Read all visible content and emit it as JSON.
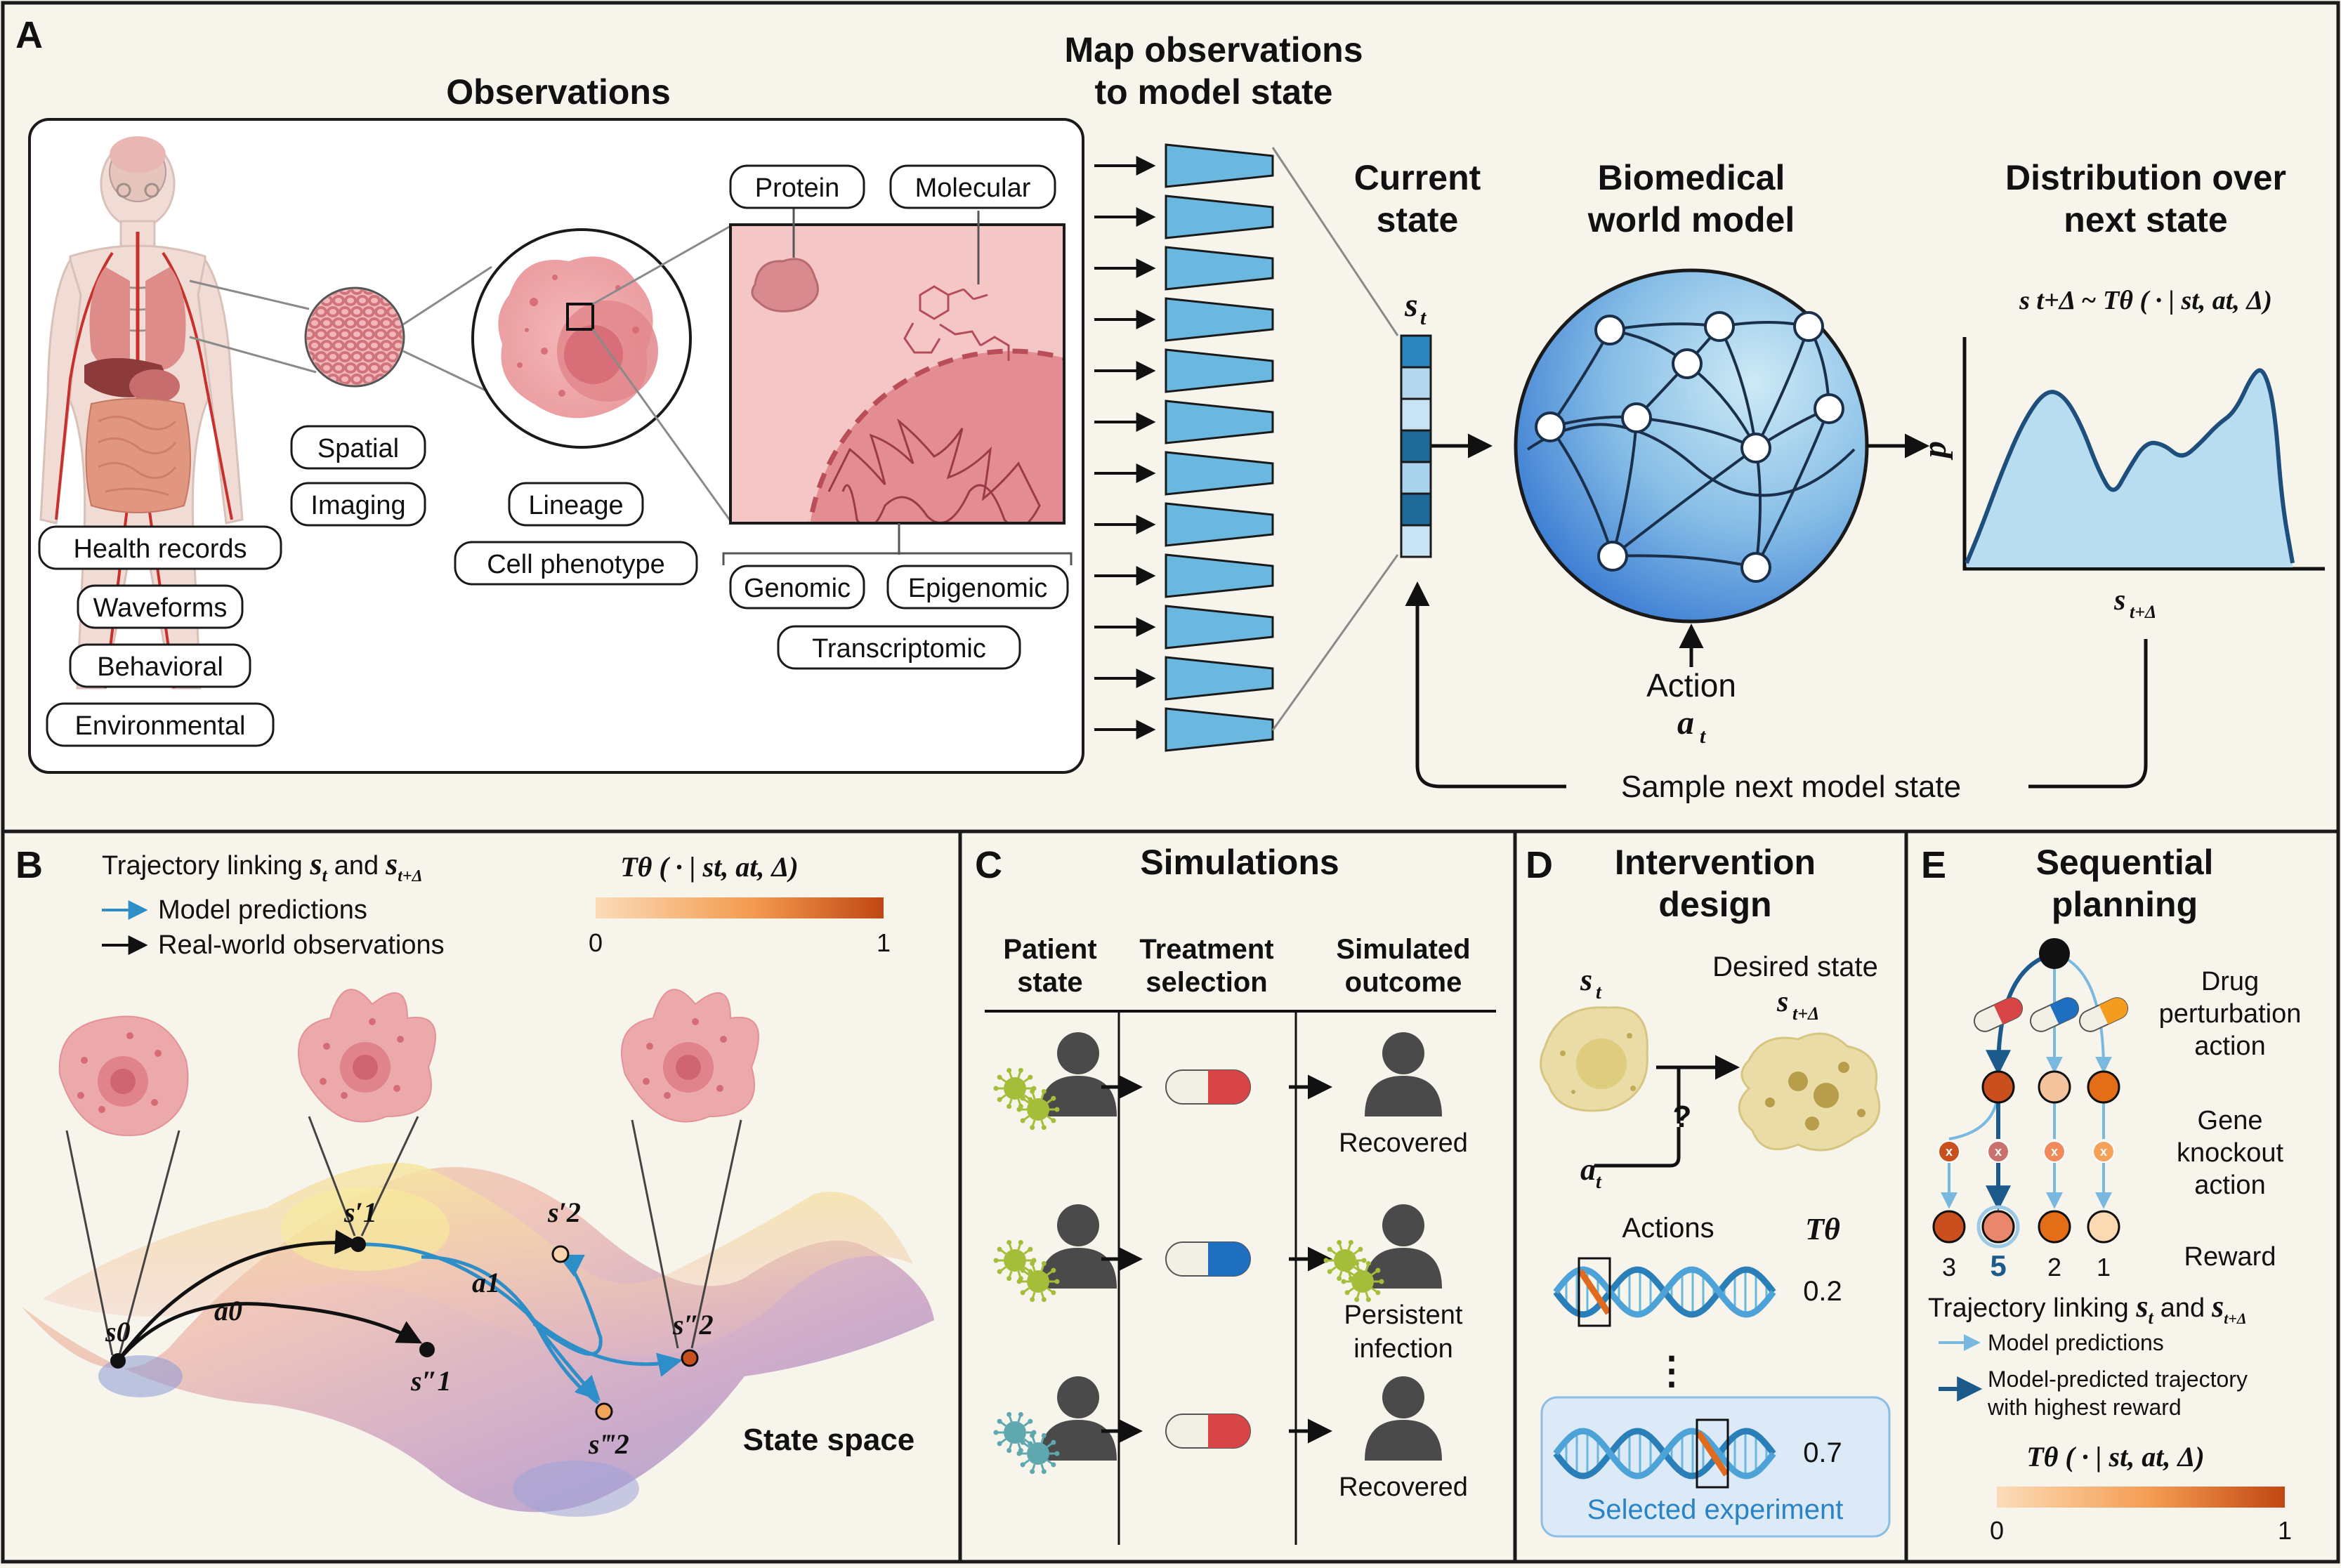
{
  "colors": {
    "background": "#f7f4ec",
    "panel_border": "#1a1a1a",
    "encoder_blue": "#6ab7e0",
    "state_dark": "#1f6a98",
    "state_light": "#b3d8ee",
    "world_model_outer": "#3f7fd4",
    "world_model_inner": "#a8d6ee",
    "distribution_fill": "#b8dcf0",
    "distribution_line": "#1d4e7c",
    "prediction_blue": "#2e8ec8",
    "cell_pink": "#eba9ab",
    "nucleus_pink": "#d9727a",
    "cell_yellow": "#e9dca6",
    "pill_red": "#d84547",
    "pill_blue": "#1f6fc1",
    "pill_orange": "#f39c1e",
    "virus_green": "#a5be3a",
    "virus_teal": "#5fa8b0",
    "person_gray": "#4a4a4a",
    "heat_low": "#f9d2aa",
    "heat_high": "#c54b17",
    "selected_box": "#dbeaf6",
    "selected_text": "#2a83c4"
  },
  "panel_a": {
    "letter": "A",
    "observations_title": "Observations",
    "map_title_line1": "Map observations",
    "map_title_line2": "to model state",
    "current_state_line1": "Current",
    "current_state_line2": "state",
    "world_model_line1": "Biomedical",
    "world_model_line2": "world model",
    "distribution_line1": "Distribution over",
    "distribution_line2": "next state",
    "distribution_formula": "s t+Δ ~ Tθ ( · | st, at, Δ)",
    "state_symbol": "s",
    "state_subscript": "t",
    "p_label": "p",
    "x_axis_symbol": "s",
    "x_axis_subscript": "t+Δ",
    "action_label": "Action",
    "action_symbol": "a",
    "action_subscript": "t",
    "sample_label": "Sample next model state",
    "human_tags": [
      "Health records",
      "Waveforms",
      "Behavioral",
      "Environmental"
    ],
    "tissue_tags": [
      "Spatial",
      "Imaging"
    ],
    "cell_tags": [
      "Lineage",
      "Cell phenotype"
    ],
    "zoom_tags": [
      "Protein",
      "Molecular"
    ],
    "omics_tags": [
      "Genomic",
      "Epigenomic",
      "Transcriptomic"
    ],
    "state_vector_shades": [
      "#2b86bf",
      "#b3d8ee",
      "#c8e3f3",
      "#1f6a98",
      "#a9d3ec",
      "#1f6a98",
      "#c8e3f3"
    ],
    "distribution_curve": [
      [
        0.0,
        0.02
      ],
      [
        0.04,
        0.18
      ],
      [
        0.1,
        0.45
      ],
      [
        0.16,
        0.68
      ],
      [
        0.22,
        0.82
      ],
      [
        0.27,
        0.8
      ],
      [
        0.32,
        0.66
      ],
      [
        0.37,
        0.44
      ],
      [
        0.41,
        0.33
      ],
      [
        0.45,
        0.45
      ],
      [
        0.5,
        0.58
      ],
      [
        0.55,
        0.57
      ],
      [
        0.6,
        0.5
      ],
      [
        0.65,
        0.57
      ],
      [
        0.7,
        0.66
      ],
      [
        0.75,
        0.72
      ],
      [
        0.8,
        0.9
      ],
      [
        0.83,
        0.92
      ],
      [
        0.86,
        0.74
      ],
      [
        0.88,
        0.3
      ],
      [
        0.91,
        0.02
      ]
    ]
  },
  "panel_b": {
    "letter": "B",
    "legend_title": "Trajectory linking st and st+Δ",
    "legend_title_main": "Trajectory linking ",
    "legend_sym1": "s",
    "legend_sub1": "t",
    "legend_and": "and",
    "legend_sym2": "s",
    "legend_sub2": "t+Δ",
    "legend_model": "Model predictions",
    "legend_real": "Real-world observations",
    "colorbar_title": "Tθ ( · | st, at, Δ)",
    "colorbar_min": "0",
    "colorbar_max": "1",
    "state_space": "State space",
    "points": {
      "s0": "s0",
      "s1p": "s′1",
      "s1pp": "s″1",
      "s2p": "s′2",
      "s2pp": "s″2",
      "s2ppp": "s‴2",
      "a0": "a0",
      "a1": "a1"
    }
  },
  "panel_c": {
    "letter": "C",
    "title": "Simulations",
    "col1_line1": "Patient",
    "col1_line2": "state",
    "col2_line1": "Treatment",
    "col2_line2": "selection",
    "col3_line1": "Simulated",
    "col3_line2": "outcome",
    "rows": [
      {
        "virus": "green",
        "pill": "red",
        "outcome_line1": "Recovered",
        "outcome_line2": "",
        "outcome_virus": false
      },
      {
        "virus": "green",
        "pill": "blue",
        "outcome_line1": "Persistent",
        "outcome_line2": "infection",
        "outcome_virus": true
      },
      {
        "virus": "teal",
        "pill": "red",
        "outcome_line1": "Recovered",
        "outcome_line2": "",
        "outcome_virus": false
      }
    ]
  },
  "panel_d": {
    "letter": "D",
    "title_line1": "Intervention",
    "title_line2": "design",
    "current_symbol": "s",
    "current_sub": "t",
    "desired_label": "Desired state",
    "desired_symbol": "s",
    "desired_sub": "t+Δ",
    "action_symbol": "a",
    "action_sub": "t",
    "question": "?",
    "actions_label": "Actions",
    "t_theta": "Tθ",
    "score_1": "0.2",
    "ellipsis": "⋮",
    "score_2": "0.7",
    "selected_label": "Selected experiment"
  },
  "panel_e": {
    "letter": "E",
    "title_line1": "Sequential",
    "title_line2": "planning",
    "drug_line1": "Drug",
    "drug_line2": "perturbation",
    "drug_line3": "action",
    "gene_line1": "Gene",
    "gene_line2": "knockout",
    "gene_line3": "action",
    "reward_label": "Reward",
    "rewards": [
      "3",
      "5",
      "2",
      "1"
    ],
    "reward_colors": [
      "#c9501e",
      "#e9866c",
      "#e46e18",
      "#fbd9b2"
    ],
    "knockout_mark": "x",
    "legend_title_main": "Trajectory linking ",
    "legend_sym1": "s",
    "legend_sub1": "t",
    "legend_and": "and",
    "legend_sym2": "s",
    "legend_sub2": "t+Δ",
    "legend_model": "Model predictions",
    "legend_best_line1": "Model-predicted trajectory",
    "legend_best_line2": "with highest reward",
    "colorbar_title": "Tθ ( · | st, at, Δ)",
    "colorbar_min": "0",
    "colorbar_max": "1"
  }
}
